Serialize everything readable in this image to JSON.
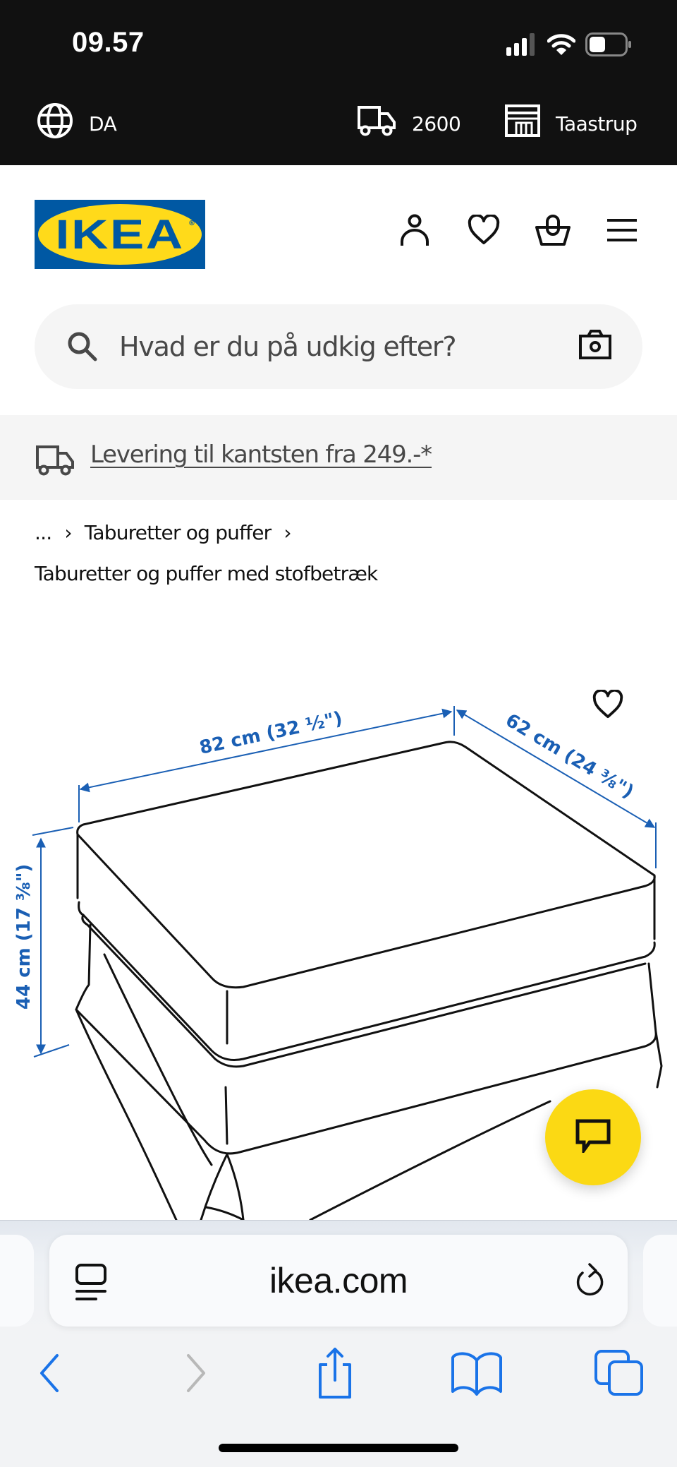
{
  "status_bar": {
    "time": "09.57",
    "icons": [
      "signal-icon",
      "wifi-icon",
      "battery-icon"
    ]
  },
  "top_bar": {
    "language": {
      "icon": "globe-icon",
      "label": "DA"
    },
    "delivery": {
      "icon": "truck-icon",
      "label": "2600"
    },
    "store": {
      "icon": "store-icon",
      "label": "Taastrup"
    }
  },
  "header": {
    "logo_text": "IKEA",
    "logo_mark": "®",
    "icons": [
      "user-icon",
      "heart-icon",
      "basket-icon",
      "menu-icon"
    ]
  },
  "search": {
    "placeholder": "Hvad er du på udkig efter?",
    "value": "",
    "icon": "search-icon",
    "camera_icon": "camera-icon"
  },
  "banner": {
    "icon": "truck-icon",
    "link": "Levering til kantsten fra 249.-*"
  },
  "breadcrumb": {
    "ellipsis": "...",
    "items": [
      "Taburetter og puffer"
    ],
    "current": "Taburetter og puffer med stofbetræk",
    "separator": "›"
  },
  "product_image": {
    "alt": "Ottoman dimension drawing",
    "dimensions": {
      "width": "82 cm (32 ½\")",
      "depth": "62 cm (24 ⅜\")",
      "height": "44 cm (17 ⅜\")"
    },
    "dimension_color": "#1a5fb4"
  },
  "floating": {
    "favorite_icon": "heart-icon",
    "chat_icon": "chat-bubble-icon",
    "chat_color": "#fbd914"
  },
  "safari": {
    "url": "ikea.com",
    "buttons": [
      "back",
      "forward",
      "share",
      "bookmarks",
      "tabs"
    ],
    "accent": "#1a73e8",
    "disabled": "#b8b8b8"
  },
  "colors": {
    "ikea_blue": "#0058a3",
    "ikea_yellow": "#ffda1a",
    "topbar_bg": "#111111",
    "banner_bg": "#f5f5f5"
  }
}
